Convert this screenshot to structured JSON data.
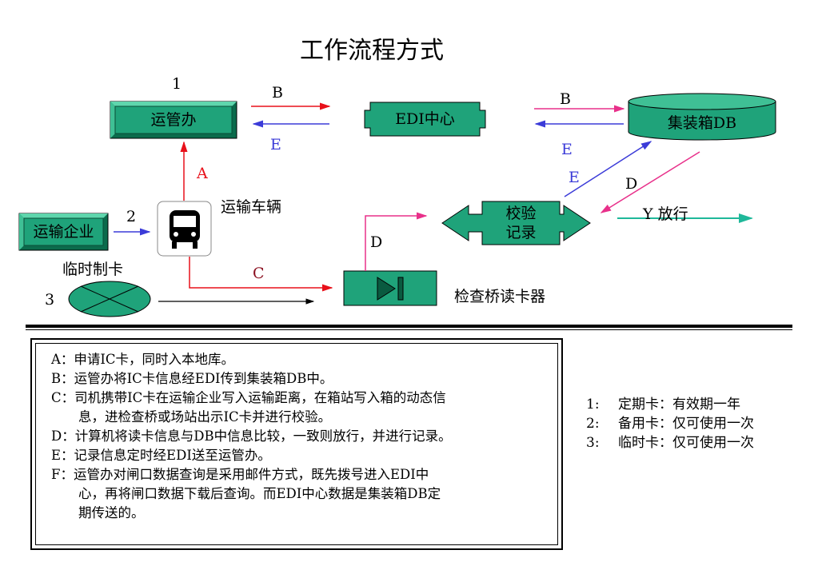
{
  "title": "工作流程方式",
  "nodes": {
    "yunguanban": "运管办",
    "edi_center": "EDI中心",
    "container_db": "集装箱DB",
    "transport_company": "运输企业",
    "vehicle_label": "运输车辆",
    "temp_card_label": "临时制卡",
    "verify_record_line1": "校验",
    "verify_record_line2": "记录",
    "reader_label": "检查桥读卡器"
  },
  "edge_labels": {
    "num1": "1",
    "num2": "2",
    "num3": "3",
    "b_top_left": "B",
    "e_top_left": "E",
    "b_top_right": "B",
    "e_top_right": "E",
    "e_diag": "E",
    "d_diag": "D",
    "d_reader": "D",
    "a_vertical": "A",
    "c_bottom": "C",
    "release": "Y 放行"
  },
  "notes": [
    "A：申请IC卡，同时入本地库。",
    "B：运管办将IC卡信息经EDI传到集装箱DB中。",
    "C：司机携带IC卡在运输企业写入运输距离，在箱站写入箱的动态信",
    "息，进检查桥或场站出示IC卡并进行校验。",
    "D：计算机将读卡信息与DB中信息比较，一致则放行，并进行记录。",
    "E：记录信息定时经EDI送至运管办。",
    "F：运管办对闸口数据查询是采用邮件方式，既先拨号进入EDI中",
    "心，再将闸口数据下载后查询。而EDI中心数据是集装箱DB定",
    "期传送的。"
  ],
  "legend": [
    {
      "num": "1:",
      "text": "定期卡：有效期一年"
    },
    {
      "num": "2:",
      "text": "备用卡：仅可使用一次"
    },
    {
      "num": "3:",
      "text": "临时卡：仅可使用一次"
    }
  ],
  "colors": {
    "box_fill": "#1fa37a",
    "red_arrow": "#e8101a",
    "blue_arrow": "#3b3bd8",
    "pink_arrow": "#e8308a",
    "teal_arrow": "#1fb89a"
  },
  "icons": {
    "bus": "bus-icon",
    "card_reader": "play-pause-icon",
    "temp_card": "crossed-ellipse-icon"
  }
}
